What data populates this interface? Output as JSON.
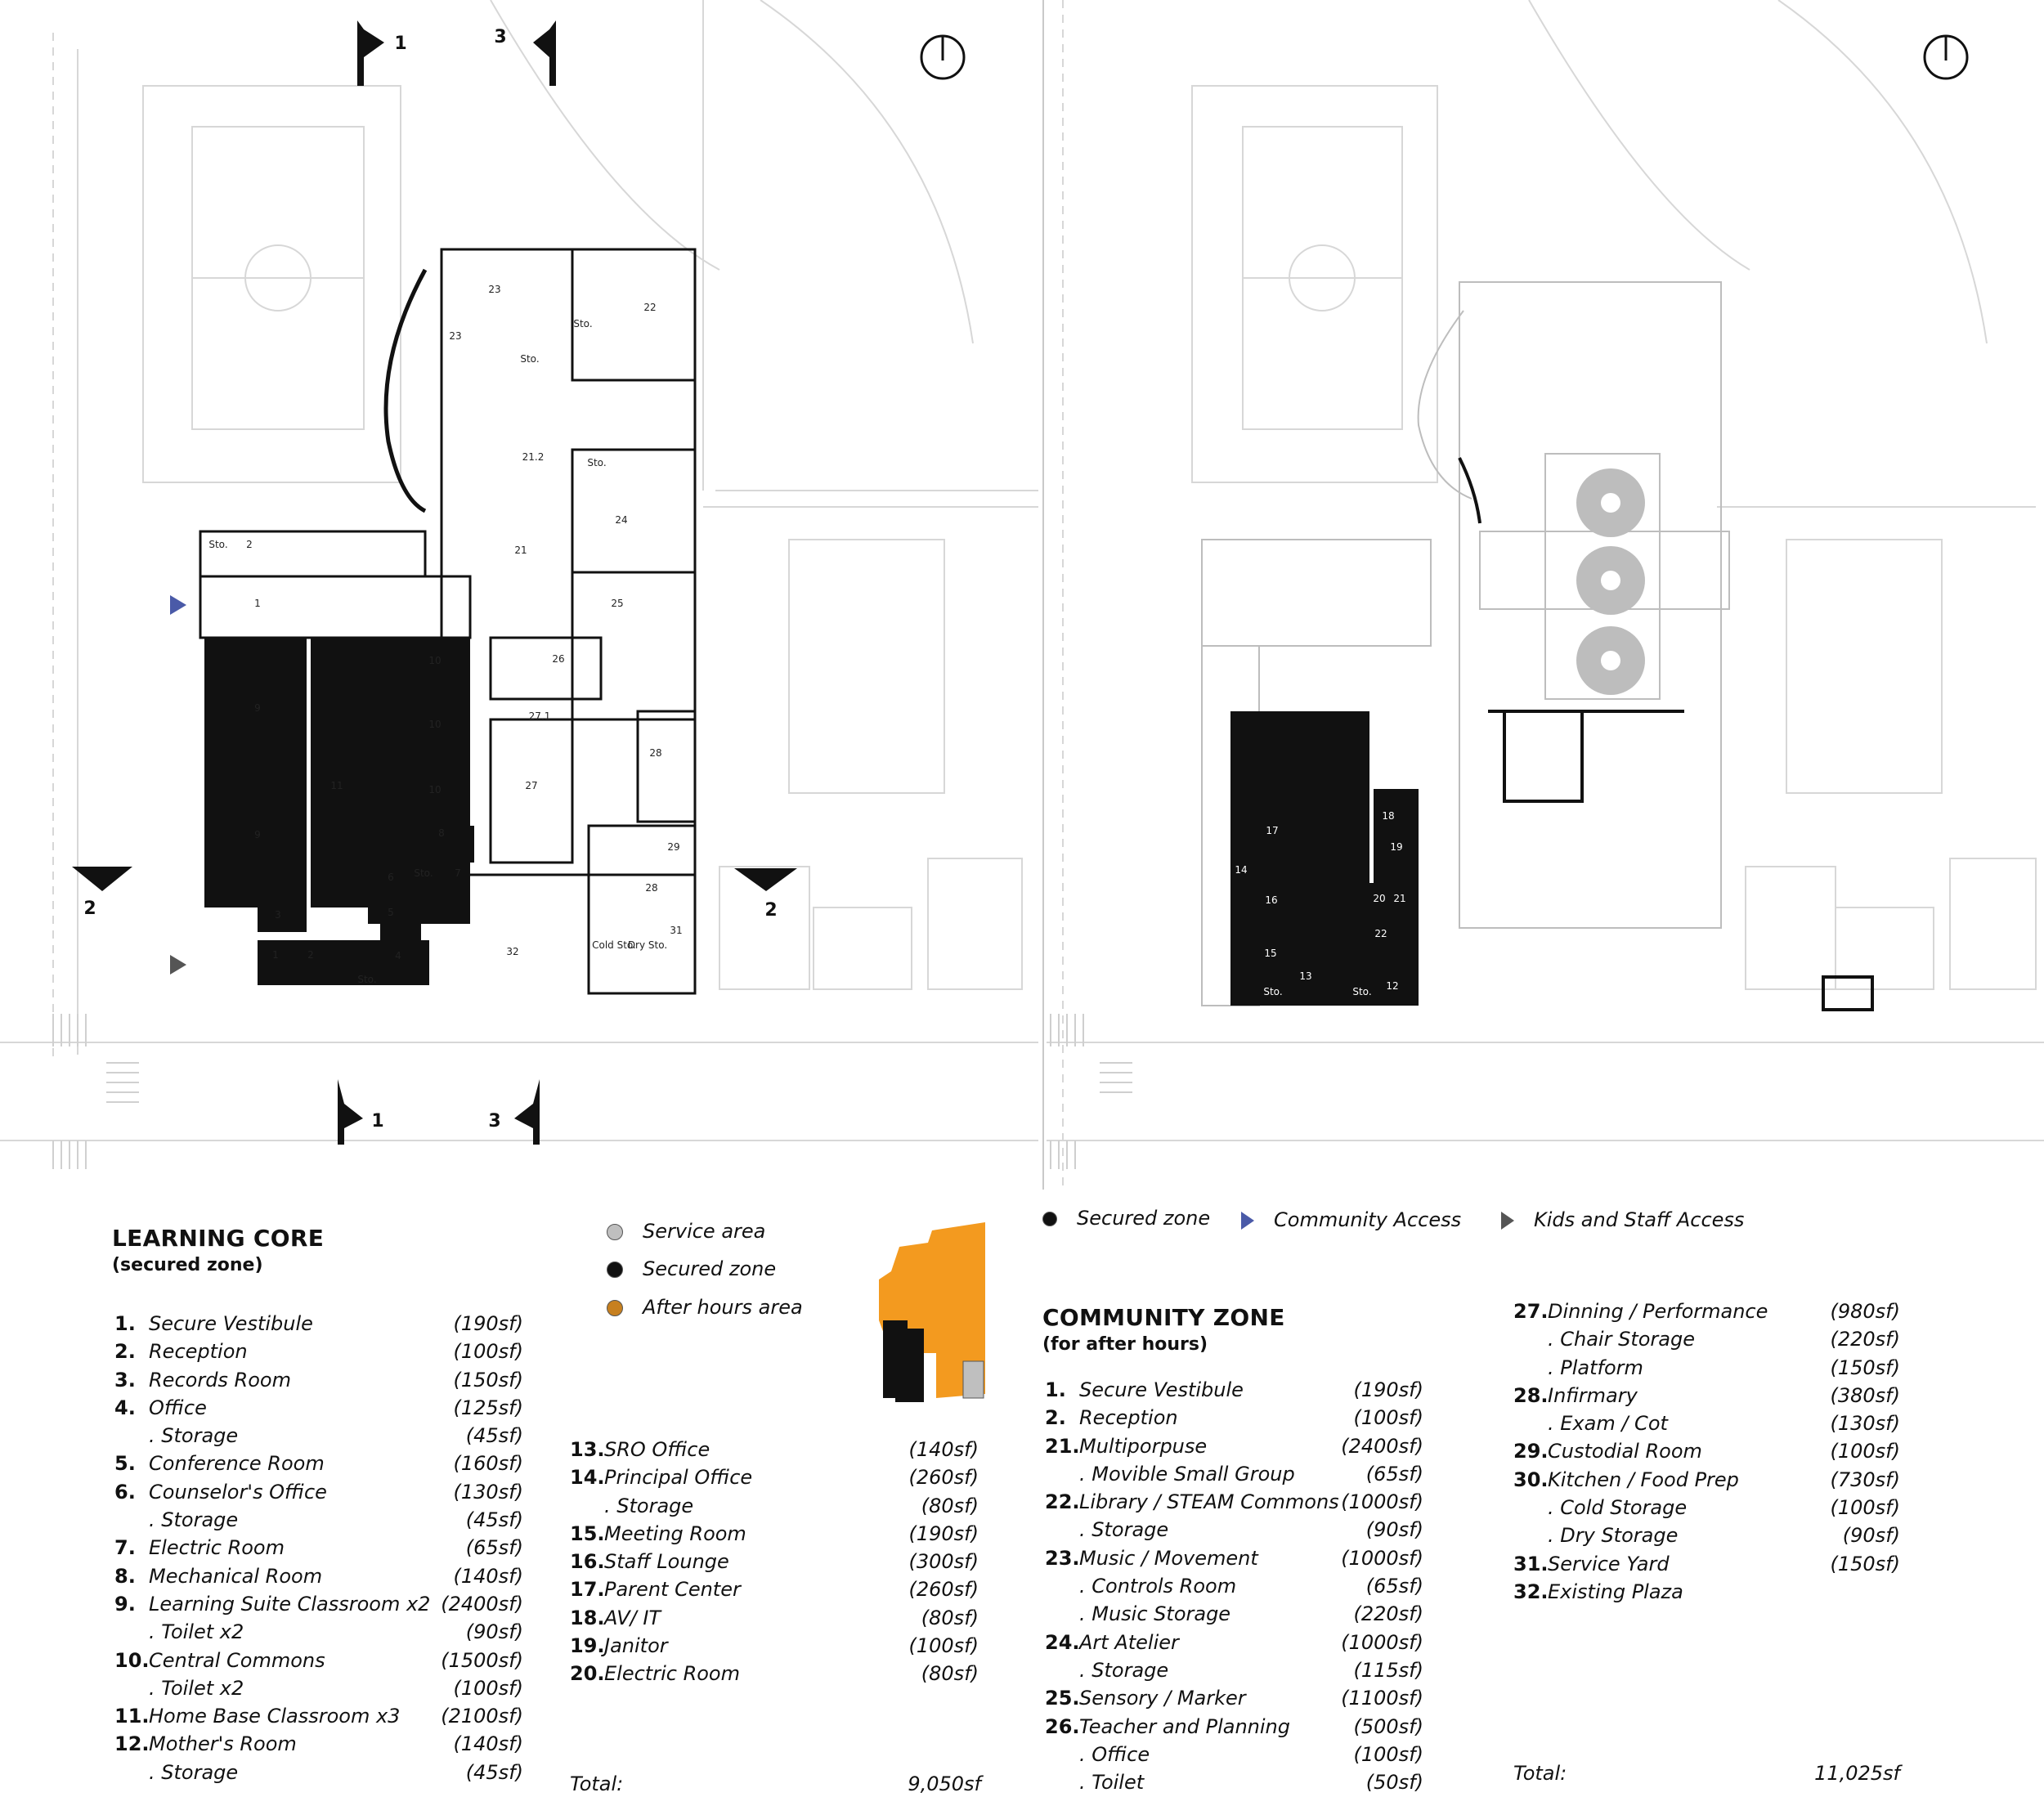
{
  "colors": {
    "secured": "#111111",
    "service": "#bfbfbf",
    "after_hours": "#f39a1f",
    "community_arrow": "#4a5aa8",
    "staff_arrow": "#555555",
    "context_line": "#d7d7d7"
  },
  "plan_left": {
    "section_markers": [
      "1",
      "3",
      "2",
      "2",
      "1",
      "3"
    ],
    "room_labels": [
      "23",
      "22",
      "23",
      "Sto.",
      "Sto.",
      "21.2",
      "Sto.",
      "24",
      "21",
      "Sto.",
      "2",
      "1",
      "25",
      "10",
      "26",
      "9",
      "10",
      "27.1",
      "28",
      "11",
      "10",
      "27",
      "8",
      "9",
      "29",
      "6",
      "Sto.",
      "7",
      "28",
      "3",
      "5",
      "32",
      "1",
      "2",
      "4",
      "Cold Sto.",
      "Dry Sto.",
      "31",
      "Sto."
    ]
  },
  "plan_right": {
    "room_labels": [
      "18",
      "17",
      "19",
      "14",
      "16",
      "20",
      "21",
      "22",
      "15",
      "13",
      "Sto.",
      "Sto.",
      "12"
    ]
  },
  "key": {
    "service": "Service area",
    "secured": "Secured zone",
    "after_hours": "After hours area"
  },
  "access_key": {
    "secured": "Secured zone",
    "community": "Community Access",
    "kids_staff": "Kids and Staff Access"
  },
  "learning_core": {
    "title": "LEARNING CORE",
    "subtitle": "(secured zone)",
    "rooms_col1": [
      {
        "num": "1.",
        "name": "Secure Vestibule",
        "area": "(190sf)"
      },
      {
        "num": "2.",
        "name": "Reception",
        "area": "(100sf)"
      },
      {
        "num": "3.",
        "name": "Records Room",
        "area": "(150sf)"
      },
      {
        "num": "4.",
        "name": "Office",
        "area": "(125sf)"
      },
      {
        "num": "",
        "name": ". Storage",
        "area": "(45sf)"
      },
      {
        "num": "5.",
        "name": "Conference Room",
        "area": "(160sf)"
      },
      {
        "num": "6.",
        "name": "Counselor's Office",
        "area": "(130sf)"
      },
      {
        "num": "",
        "name": ". Storage",
        "area": "(45sf)"
      },
      {
        "num": "7.",
        "name": "Electric Room",
        "area": "(65sf)"
      },
      {
        "num": "8.",
        "name": "Mechanical Room",
        "area": "(140sf)"
      },
      {
        "num": "9.",
        "name": "Learning Suite Classroom x2",
        "area": "(2400sf)"
      },
      {
        "num": "",
        "name": ". Toilet x2",
        "area": "(90sf)"
      },
      {
        "num": "10.",
        "name": "Central Commons",
        "area": "(1500sf)"
      },
      {
        "num": "",
        "name": ". Toilet x2",
        "area": "(100sf)"
      },
      {
        "num": "11.",
        "name": "Home Base Classroom x3",
        "area": "(2100sf)"
      },
      {
        "num": "12.",
        "name": "Mother's Room",
        "area": "(140sf)"
      },
      {
        "num": "",
        "name": ". Storage",
        "area": "(45sf)"
      }
    ],
    "rooms_col2": [
      {
        "num": "13.",
        "name": "SRO Office",
        "area": "(140sf)"
      },
      {
        "num": "14.",
        "name": "Principal Office",
        "area": "(260sf)"
      },
      {
        "num": "",
        "name": ". Storage",
        "area": "(80sf)"
      },
      {
        "num": "15.",
        "name": "Meeting Room",
        "area": "(190sf)"
      },
      {
        "num": "16.",
        "name": "Staff Lounge",
        "area": "(300sf)"
      },
      {
        "num": "17.",
        "name": "Parent Center",
        "area": "(260sf)"
      },
      {
        "num": "18.",
        "name": "AV/ IT",
        "area": "(80sf)"
      },
      {
        "num": "19.",
        "name": "Janitor",
        "area": "(100sf)"
      },
      {
        "num": "20.",
        "name": " Electric Room",
        "area": "(80sf)"
      }
    ],
    "total_label": "Total:",
    "total_value": "9,050sf"
  },
  "community_zone": {
    "title": "COMMUNITY ZONE",
    "subtitle": "(for after hours)",
    "rooms_col1": [
      {
        "num": "1.",
        "name": "Secure Vestibule",
        "area": "(190sf)"
      },
      {
        "num": "2.",
        "name": "Reception",
        "area": "(100sf)"
      },
      {
        "num": "21.",
        "name": "Multiporpuse",
        "area": "(2400sf)"
      },
      {
        "num": "",
        "name": ". Movible Small Group",
        "area": "(65sf)"
      },
      {
        "num": "22.",
        "name": "Library / STEAM Commons",
        "area": "(1000sf)"
      },
      {
        "num": "",
        "name": ". Storage",
        "area": "(90sf)"
      },
      {
        "num": "23.",
        "name": "Music / Movement",
        "area": "(1000sf)"
      },
      {
        "num": "",
        "name": ". Controls Room",
        "area": "(65sf)"
      },
      {
        "num": "",
        "name": ". Music Storage",
        "area": "(220sf)"
      },
      {
        "num": "24.",
        "name": "Art Atelier",
        "area": "(1000sf)"
      },
      {
        "num": "",
        "name": ". Storage",
        "area": "(115sf)"
      },
      {
        "num": "25.",
        "name": "Sensory / Marker",
        "area": "(1100sf)"
      },
      {
        "num": "26.",
        "name": "Teacher and Planning",
        "area": "(500sf)"
      },
      {
        "num": "",
        "name": ". Office",
        "area": "(100sf)"
      },
      {
        "num": "",
        "name": ". Toilet",
        "area": "(50sf)"
      }
    ],
    "rooms_col2": [
      {
        "num": "27.",
        "name": "Dinning / Performance",
        "area": "(980sf)"
      },
      {
        "num": "",
        "name": ". Chair Storage",
        "area": "(220sf)"
      },
      {
        "num": "",
        "name": ". Platform",
        "area": "(150sf)"
      },
      {
        "num": "28.",
        "name": "Infirmary",
        "area": "(380sf)"
      },
      {
        "num": "",
        "name": ". Exam / Cot",
        "area": "(130sf)"
      },
      {
        "num": "29.",
        "name": "Custodial Room",
        "area": "(100sf)"
      },
      {
        "num": "30.",
        "name": "Kitchen / Food Prep",
        "area": "(730sf)"
      },
      {
        "num": "",
        "name": ". Cold Storage",
        "area": "(100sf)"
      },
      {
        "num": "",
        "name": ". Dry Storage",
        "area": "(90sf)"
      },
      {
        "num": "31.",
        "name": "Service Yard",
        "area": "(150sf)"
      },
      {
        "num": "32.",
        "name": "Existing Plaza",
        "area": ""
      }
    ],
    "total_label": "Total:",
    "total_value": "11,025sf"
  }
}
